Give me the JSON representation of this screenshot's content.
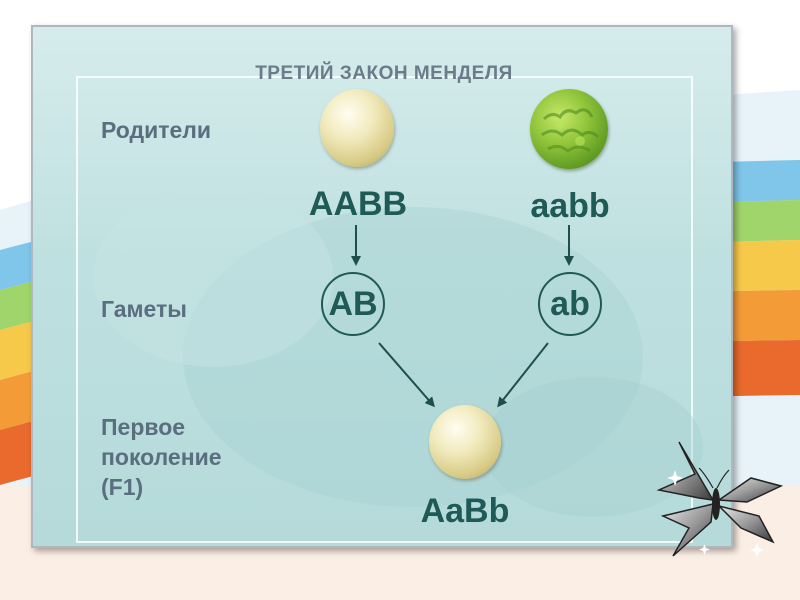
{
  "diagram": {
    "title": "ТРЕТИЙ ЗАКОН МЕНДЕЛЯ",
    "row_labels": {
      "parents": "Родители",
      "gametes": "Гаметы",
      "first_generation_line1": "Первое",
      "first_generation_line2": "поколение",
      "first_generation_line3": "(F1)"
    },
    "parent_left_genotype": "AABB",
    "parent_right_genotype": "aabb",
    "gamete_left": "AB",
    "gamete_right": "ab",
    "offspring_genotype": "AaBb",
    "colors": {
      "accent_dark_teal": "#1f5a57",
      "label_gray_blue": "#5a6e80",
      "pea_yellow": "#efe6b4",
      "pea_green": "#8fc43a"
    }
  }
}
